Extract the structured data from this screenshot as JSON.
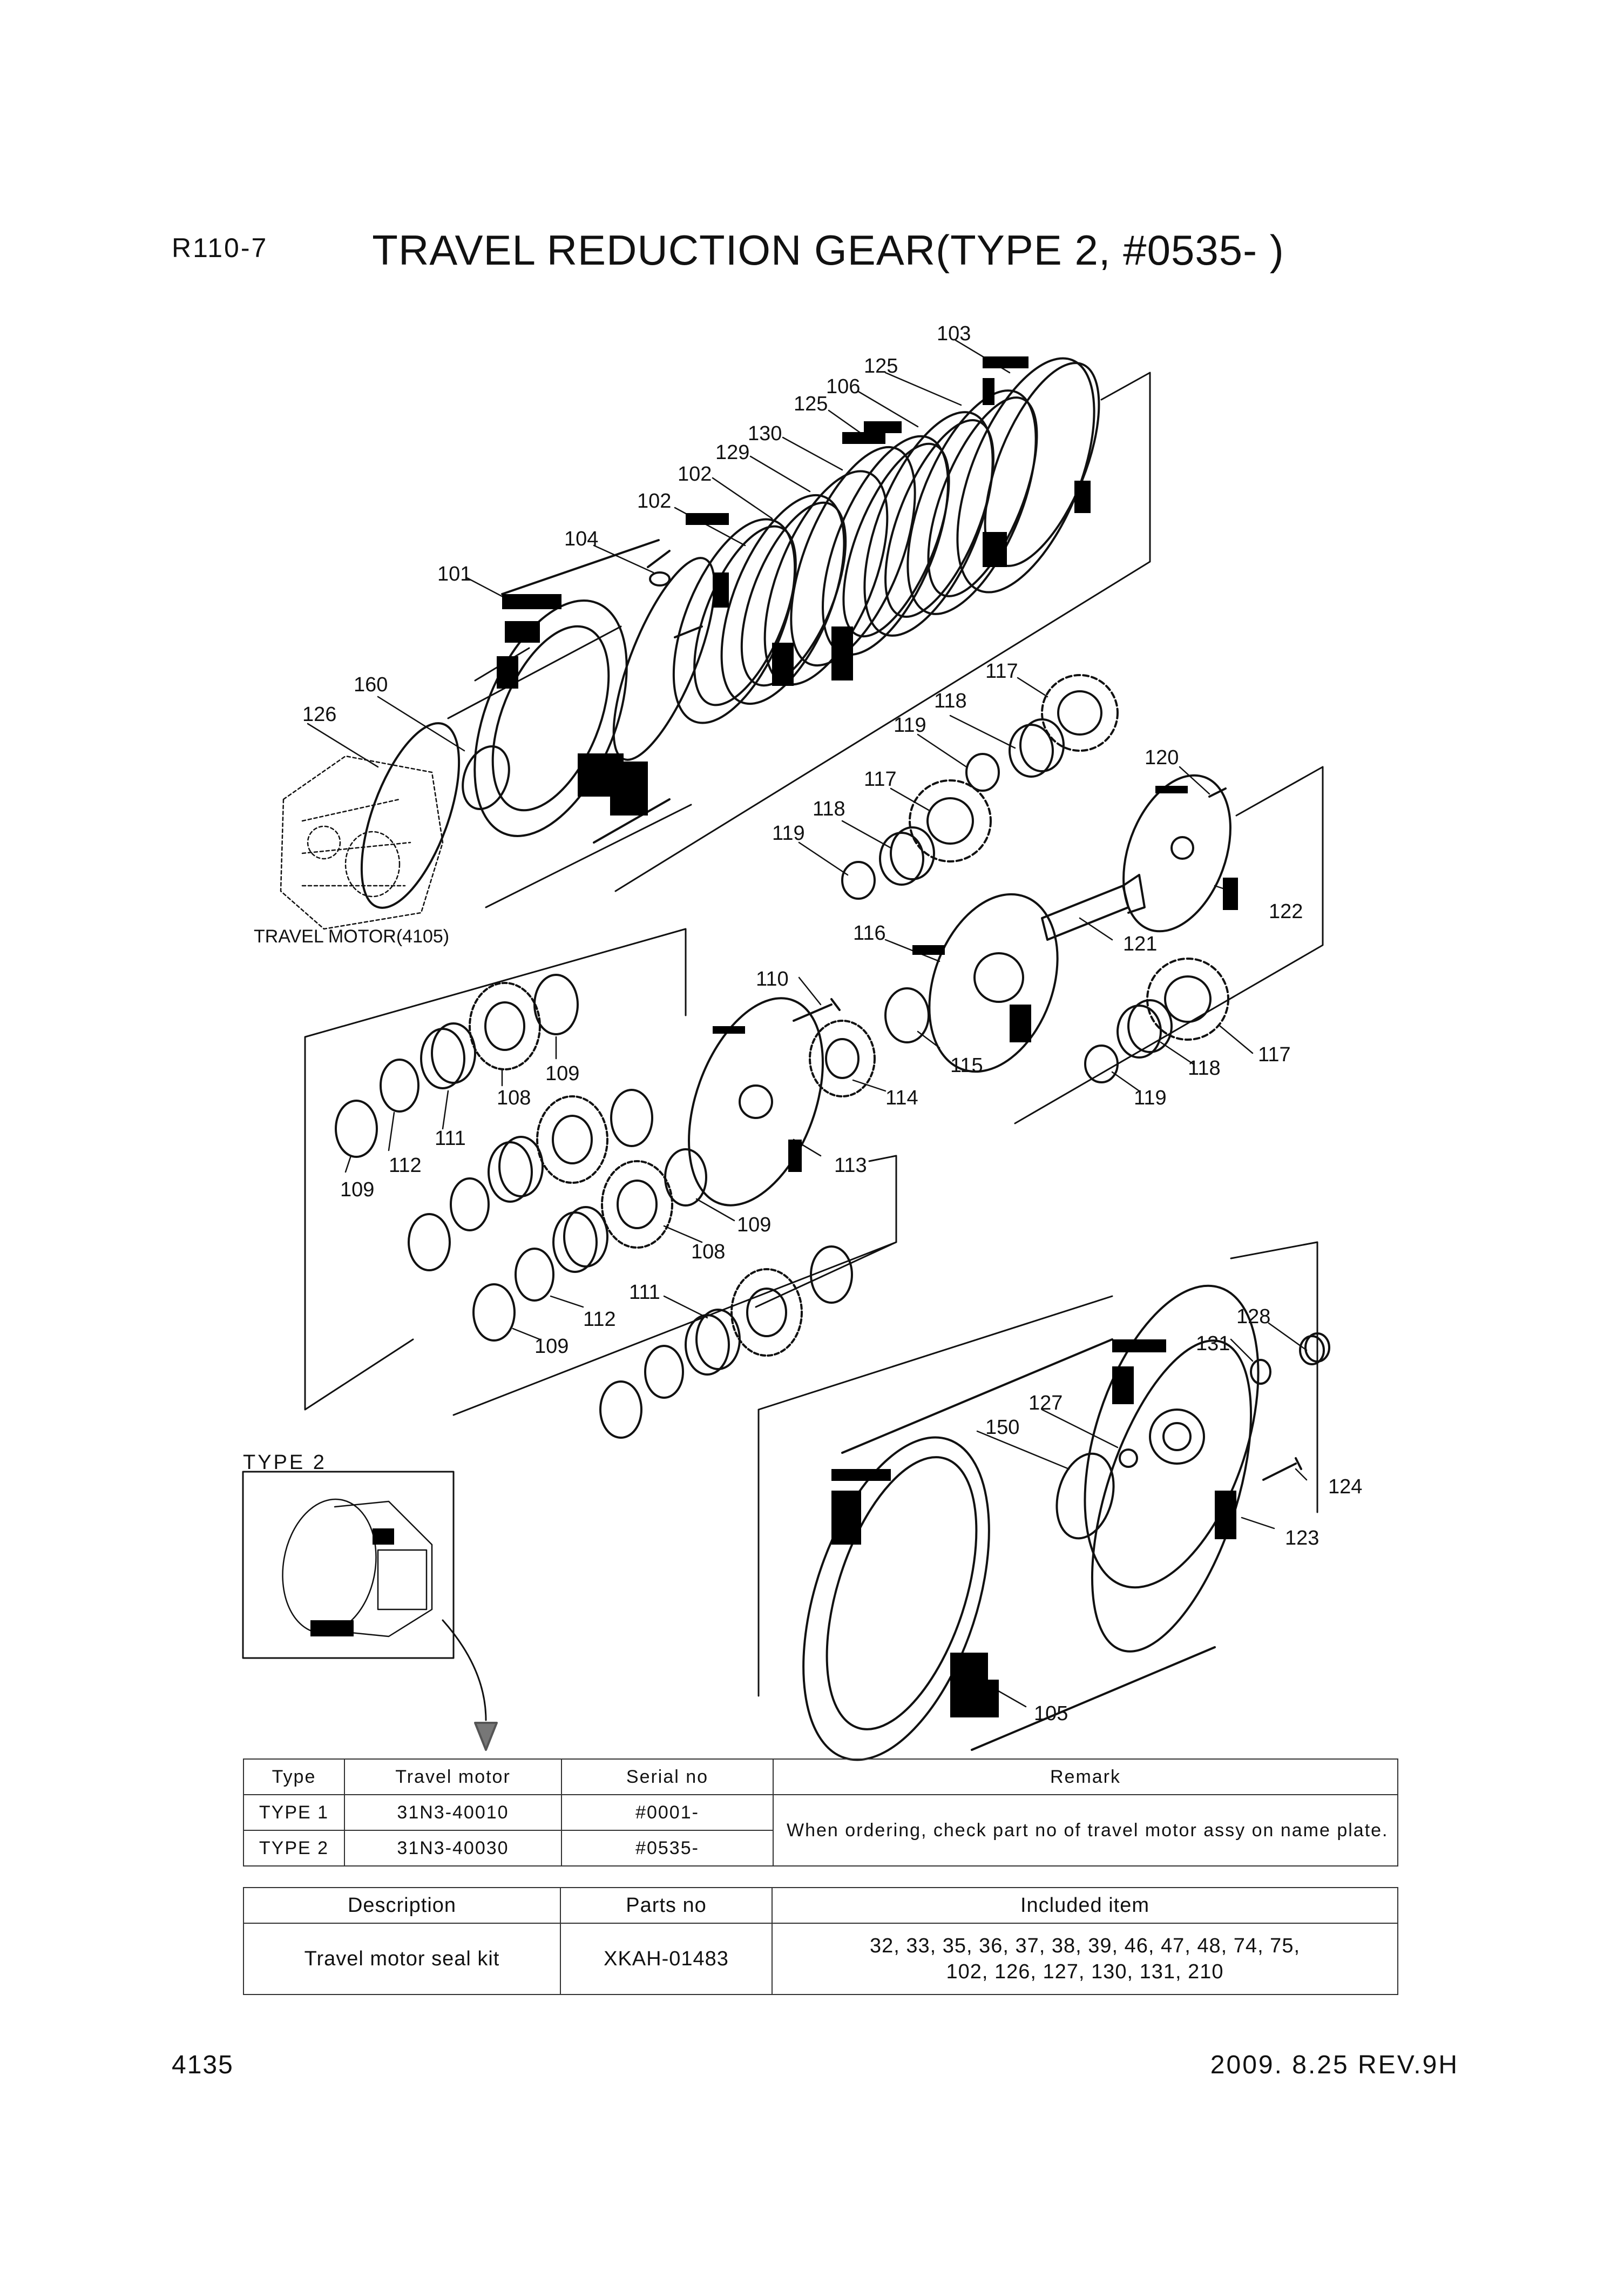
{
  "header": {
    "model": "R110-7",
    "title": "TRAVEL REDUCTION GEAR(TYPE 2, #0535- )"
  },
  "diagram": {
    "type_label": "TYPE 2",
    "motor_label": "TRAVEL MOTOR(4105)",
    "callouts": {
      "c103": "103",
      "c125a": "125",
      "c106": "106",
      "c125b": "125",
      "c130": "130",
      "c129": "129",
      "c102a": "102",
      "c102b": "102",
      "c104": "104",
      "c101": "101",
      "c160": "160",
      "c126": "126",
      "c117a": "117",
      "c118a": "118",
      "c119a": "119",
      "c120": "120",
      "c117b": "117",
      "c118b": "118",
      "c119b": "119",
      "c122": "122",
      "c121": "121",
      "c116": "116",
      "c110": "110",
      "c115": "115",
      "c114": "114",
      "c117c": "117",
      "c118c": "118",
      "c119c": "119",
      "c109a": "109",
      "c108a": "108",
      "c111a": "111",
      "c112a": "112",
      "c109b": "109",
      "c113": "113",
      "c109c": "109",
      "c108b": "108",
      "c111b": "111",
      "c112b": "112",
      "c109d": "109",
      "c128": "128",
      "c131": "131",
      "c127": "127",
      "c150": "150",
      "c124": "124",
      "c123": "123",
      "c105": "105"
    }
  },
  "type_table": {
    "headers": [
      "Type",
      "Travel motor",
      "Serial no",
      "Remark"
    ],
    "rows": [
      {
        "type": "TYPE 1",
        "motor": "31N3-40010",
        "serial": "#0001-"
      },
      {
        "type": "TYPE 2",
        "motor": "31N3-40030",
        "serial": "#0535-"
      }
    ],
    "remark": "When ordering, check part no of travel motor assy on name plate."
  },
  "kit_table": {
    "headers": [
      "Description",
      "Parts no",
      "Included item"
    ],
    "row": {
      "description": "Travel motor seal kit",
      "parts_no": "XKAH-01483",
      "included_line1": "32, 33, 35, 36, 37, 38, 39, 46, 47, 48, 74, 75,",
      "included_line2": "102, 126, 127, 130, 131, 210"
    }
  },
  "footer": {
    "page_no": "4135",
    "revision": "2009. 8.25  REV.9H"
  }
}
